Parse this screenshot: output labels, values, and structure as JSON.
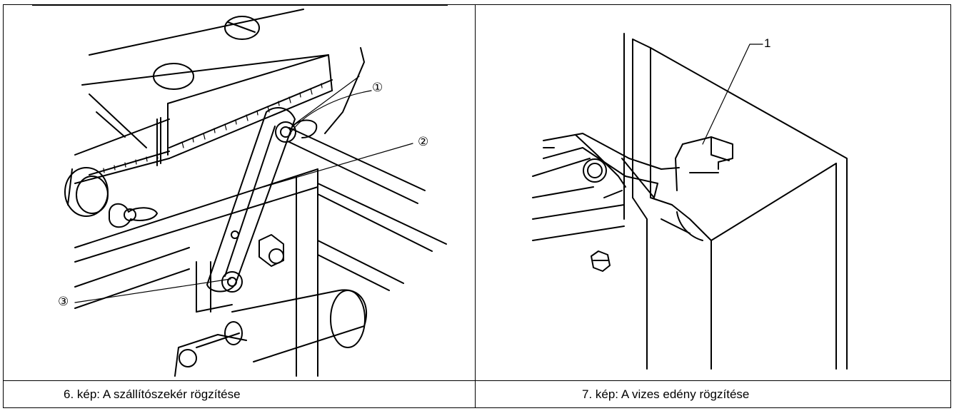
{
  "figures": [
    {
      "caption": "6. kép: A szállítószekér rögzítése",
      "callouts": [
        "①",
        "②",
        "③"
      ]
    },
    {
      "caption": "7. kép: A vizes edény rögzítése",
      "callouts": [
        "1"
      ]
    }
  ]
}
